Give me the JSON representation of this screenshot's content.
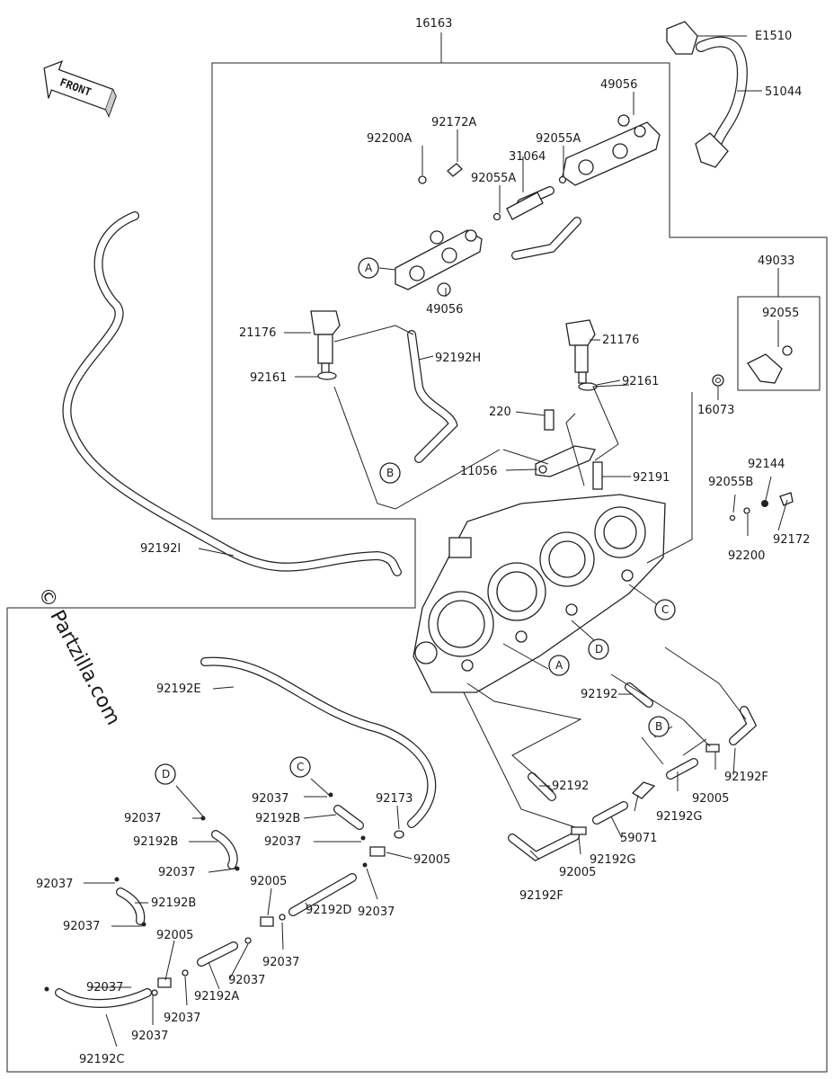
{
  "watermark": "© Partzilla.com",
  "front_label": "FRONT",
  "refs": [
    "A",
    "B",
    "C",
    "D"
  ],
  "labels": {
    "l16163": "16163",
    "e1510": "E1510",
    "l51044": "51044",
    "l49056_top": "49056",
    "l92172a": "92172A",
    "l92200a": "92200A",
    "l92055a_r": "92055A",
    "l31064": "31064",
    "l92055a_l": "92055A",
    "l49056_bot": "49056",
    "l49033": "49033",
    "l92055": "92055",
    "l16073": "16073",
    "l21176_l": "21176",
    "l92192h": "92192H",
    "l92161_l": "92161",
    "l21176_r": "21176",
    "l92161_r": "92161",
    "l220": "220",
    "l11056": "11056",
    "l92191": "92191",
    "l92144": "92144",
    "l92055b": "92055B",
    "l92172": "92172",
    "l92200": "92200",
    "l92192i": "92192I",
    "l92192e": "92192E",
    "l92192_mid": "92192",
    "l92192_low": "92192",
    "l92005_r": "92005",
    "l92192f_r": "92192F",
    "l92192g_a": "92192G",
    "l59071": "59071",
    "l92192g_b": "92192G",
    "l92005_c": "92005",
    "l92192f_l": "92192F",
    "l92173": "92173",
    "l92005_m": "92005",
    "l92037_c1": "92037",
    "l92192b_c": "92192B",
    "l92037_c2": "92037",
    "l92037_d1": "92037",
    "l92192b_d": "92192B",
    "l92037_d2": "92037",
    "l92005_d": "92005",
    "l92037_e1": "92037",
    "l92192b_e": "92192B",
    "l92037_e2": "92037",
    "l92005_e": "92005",
    "l92037_m1": "92037",
    "l92192d": "92192D",
    "l92037_m2": "92037",
    "l92037_m3": "92037",
    "l92192a": "92192A",
    "l92037_f1": "92037",
    "l92037_f2": "92037",
    "l92037_f3": "92037",
    "l92192c": "92192C"
  }
}
